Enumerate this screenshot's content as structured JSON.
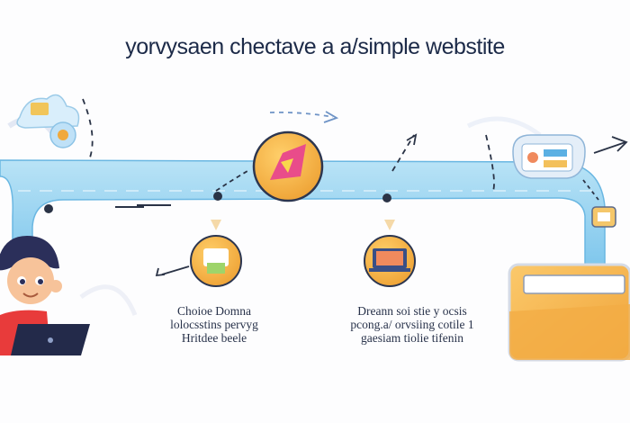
{
  "title": "yorvysaen chectave a a/simple webstite",
  "steps": {
    "left": {
      "icon": "website-builder-icon",
      "lines": [
        "Choioe Domna",
        "lolocsstins pervyg",
        "Hritdee beele"
      ]
    },
    "right": {
      "icon": "laptop-design-icon",
      "lines": [
        "Dreann soi stie y ocsis",
        "pcong.a/ orvsiing cotile 1",
        "gaesiam tiolie tifenin"
      ]
    }
  },
  "colors": {
    "road": "#8fd0ef",
    "road_edge": "#5fb2df",
    "accent_orange": "#f3a93a",
    "title": "#1c2a48"
  }
}
